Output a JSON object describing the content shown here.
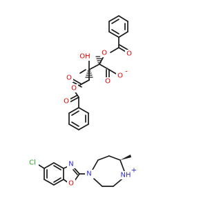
{
  "colors": {
    "background": "#ffffff",
    "bond": "#1a1a1a",
    "oxygen": "#e00000",
    "nitrogen": "#2b2bd6",
    "chlorine": "#22aa22"
  },
  "labels": {
    "oh": "OH",
    "o_ester_top": "O",
    "o_carbonyl_top": "O",
    "o_ester_bottom": "O",
    "o_carbonyl_bottom": "O",
    "o_acid_carbonyl": "O",
    "o_carboxylate_double": "O",
    "o_carboxylate": "O",
    "o_carboxylate_charge": "-",
    "cl": "Cl",
    "n_oxazole": "N",
    "o_oxazole": "O",
    "n_diazepane": "N",
    "nh_plus": "NH",
    "nh_plus_charge": "+"
  }
}
